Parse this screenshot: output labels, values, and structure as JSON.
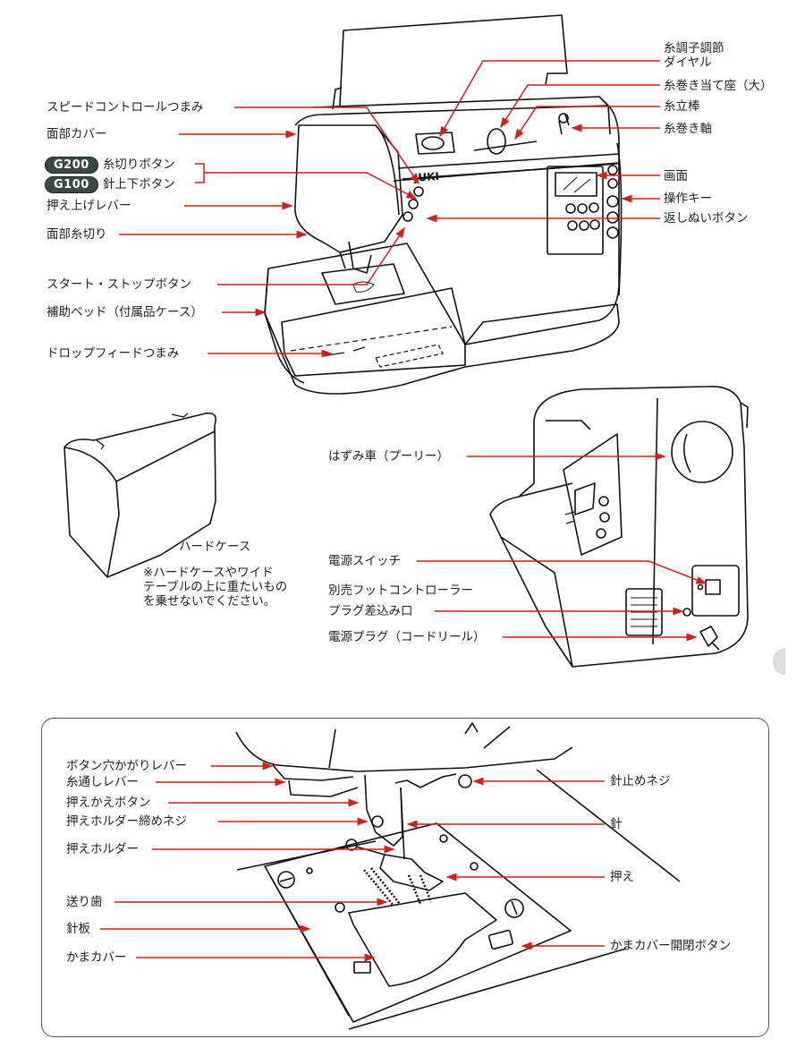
{
  "colors": {
    "leader_line": "#d11f1f",
    "badge_bg": "#3a4a42",
    "badge_text": "#ffffff",
    "line_art": "#111111"
  },
  "front_view": {
    "brand_logo": "JUKI",
    "left_labels": [
      {
        "text": "スピードコントロールつまみ"
      },
      {
        "text": "面部カバー"
      },
      {
        "badge": "G200",
        "text": "糸切りボタン"
      },
      {
        "badge": "G100",
        "text": "針上下ボタン"
      },
      {
        "text": "押え上げレバー"
      },
      {
        "text": "面部糸切り"
      },
      {
        "text": "スタート・ストップボタン"
      },
      {
        "text": "補助ベッド（付属品ケース）"
      },
      {
        "text": "ドロップフィードつまみ"
      }
    ],
    "right_labels": [
      {
        "text": "糸調子調節",
        "text2": "ダイヤル"
      },
      {
        "text": "糸巻き当て座（大）"
      },
      {
        "text": "糸立棒"
      },
      {
        "text": "糸巻き軸"
      },
      {
        "text": "画面"
      },
      {
        "text": "操作キー"
      },
      {
        "text": "返しぬいボタン"
      }
    ]
  },
  "hard_case": {
    "title": "ハードケース",
    "note_lines": [
      "※ハードケースやワイド",
      "テーブルの上に重たいもの",
      "を乗せないでください。"
    ]
  },
  "side_view": {
    "labels": [
      {
        "text": "はずみ車（プーリー）"
      },
      {
        "text": "電源スイッチ"
      },
      {
        "text": "別売フットコントローラー",
        "text2": "プラグ差込み口"
      },
      {
        "text": "電源プラグ（コードリール）"
      }
    ]
  },
  "detail_view": {
    "left_labels": [
      {
        "text": "ボタン穴かがりレバー"
      },
      {
        "text": "糸通しレバー"
      },
      {
        "text": "押えかえボタン"
      },
      {
        "text": "押えホルダー締めネジ"
      },
      {
        "text": "押えホルダー"
      },
      {
        "text": "送り歯"
      },
      {
        "text": "針板"
      },
      {
        "text": "かまカバー"
      }
    ],
    "right_labels": [
      {
        "text": "針止めネジ"
      },
      {
        "text": "針"
      },
      {
        "text": "押え"
      },
      {
        "text": "かまカバー開閉ボタン"
      }
    ]
  }
}
